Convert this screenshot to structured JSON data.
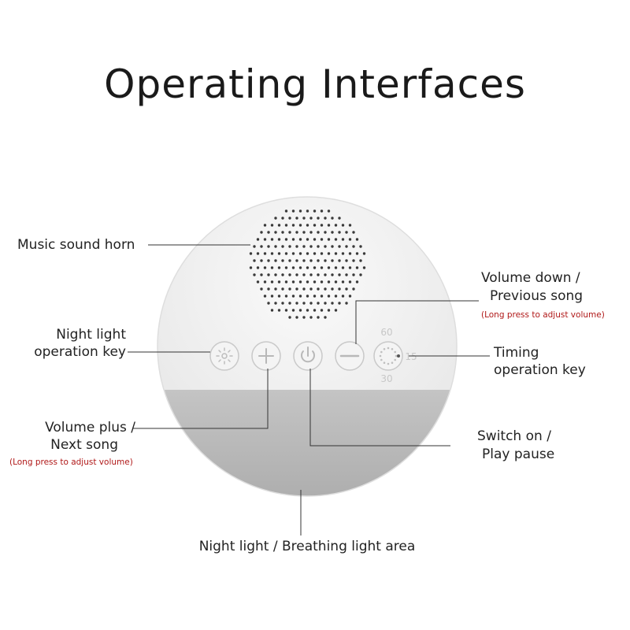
{
  "title": "Operating Interfaces",
  "labels": {
    "music_horn": "Music sound horn",
    "night_light_key_1": "Night light",
    "night_light_key_2": "operation key",
    "volume_plus_1": "Volume plus /",
    "volume_plus_2": "Next song",
    "volume_plus_note": "(Long press to adjust volume)",
    "volume_down_1": "Volume down /",
    "volume_down_2": "Previous song",
    "volume_down_note": "(Long press to adjust volume)",
    "timing_1": "Timing",
    "timing_2": "operation key",
    "switch_1": "Switch on /",
    "switch_2": "Play pause",
    "night_area": "Night light / Breathing light area"
  },
  "timer_marks": {
    "m60": "60",
    "m15": "15",
    "m30": "30"
  },
  "colors": {
    "device_top": "#f3f3f3",
    "device_bottom": "#b9b9b9",
    "note_red": "#b01818"
  }
}
